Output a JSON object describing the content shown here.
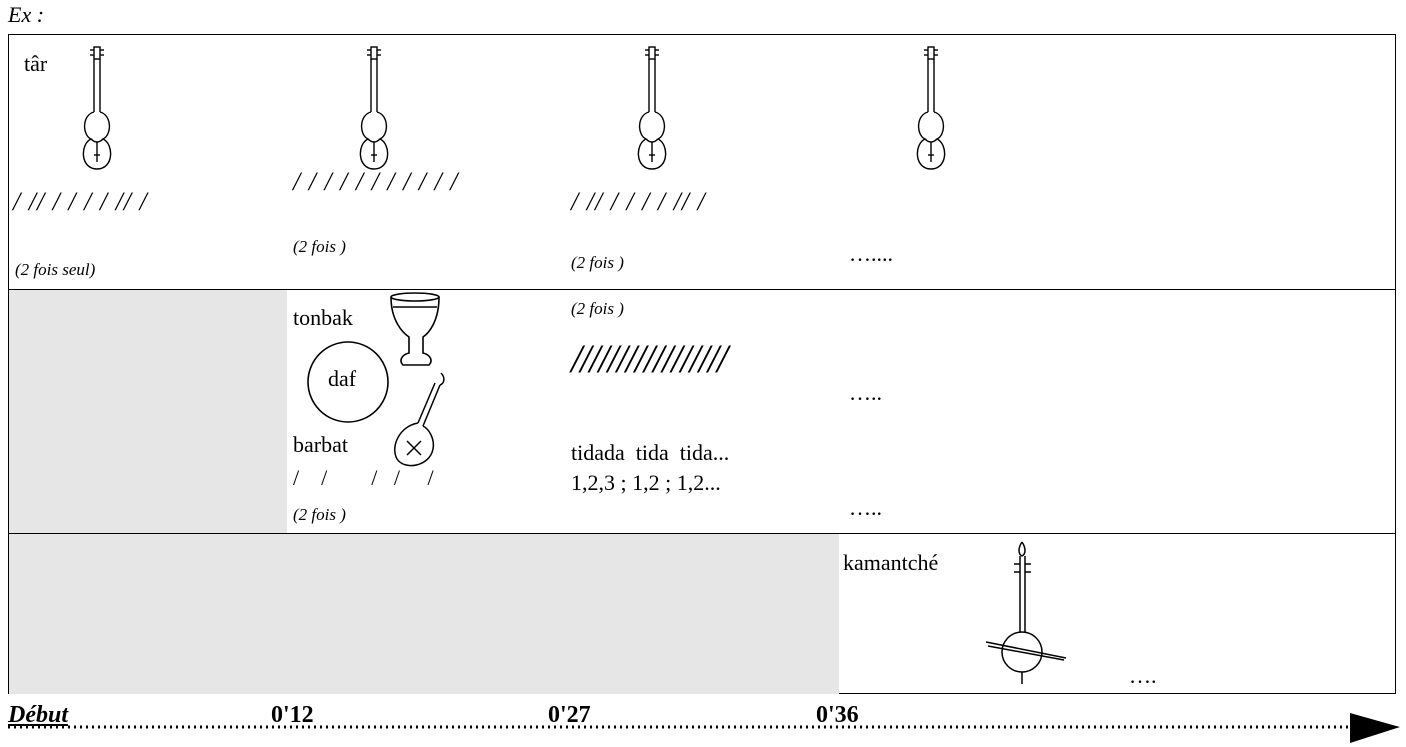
{
  "example_label": "Ex :",
  "row1": {
    "instrument": "târ",
    "strokes": [
      "/ // / /  / / // /",
      "/ / / / / / / / / / /",
      "/ // / /  / / // /"
    ],
    "notes": [
      "(2 fois seul)",
      "(2 fois )",
      "(2 fois )"
    ],
    "continuation": "…...."
  },
  "row2": {
    "tonbak_label": "tonbak",
    "daf_label": "daf",
    "barbat_label": "barbat",
    "barbat_strokes": "/    /        /   /     /",
    "barbat_note": "(2 fois )",
    "repeat_note": "(2 fois )",
    "rhythm_pattern": "/////////////////",
    "syllables": "tidada  tida  tida...",
    "counts": "1,2,3 ; 1,2 ; 1,2...",
    "continuation_1": "…..",
    "continuation_2": "….."
  },
  "row3": {
    "instrument": "kamantché",
    "continuation": "…."
  },
  "timeline": {
    "start": "Début",
    "marks": [
      "0'12",
      "0'27",
      "0'36"
    ]
  }
}
